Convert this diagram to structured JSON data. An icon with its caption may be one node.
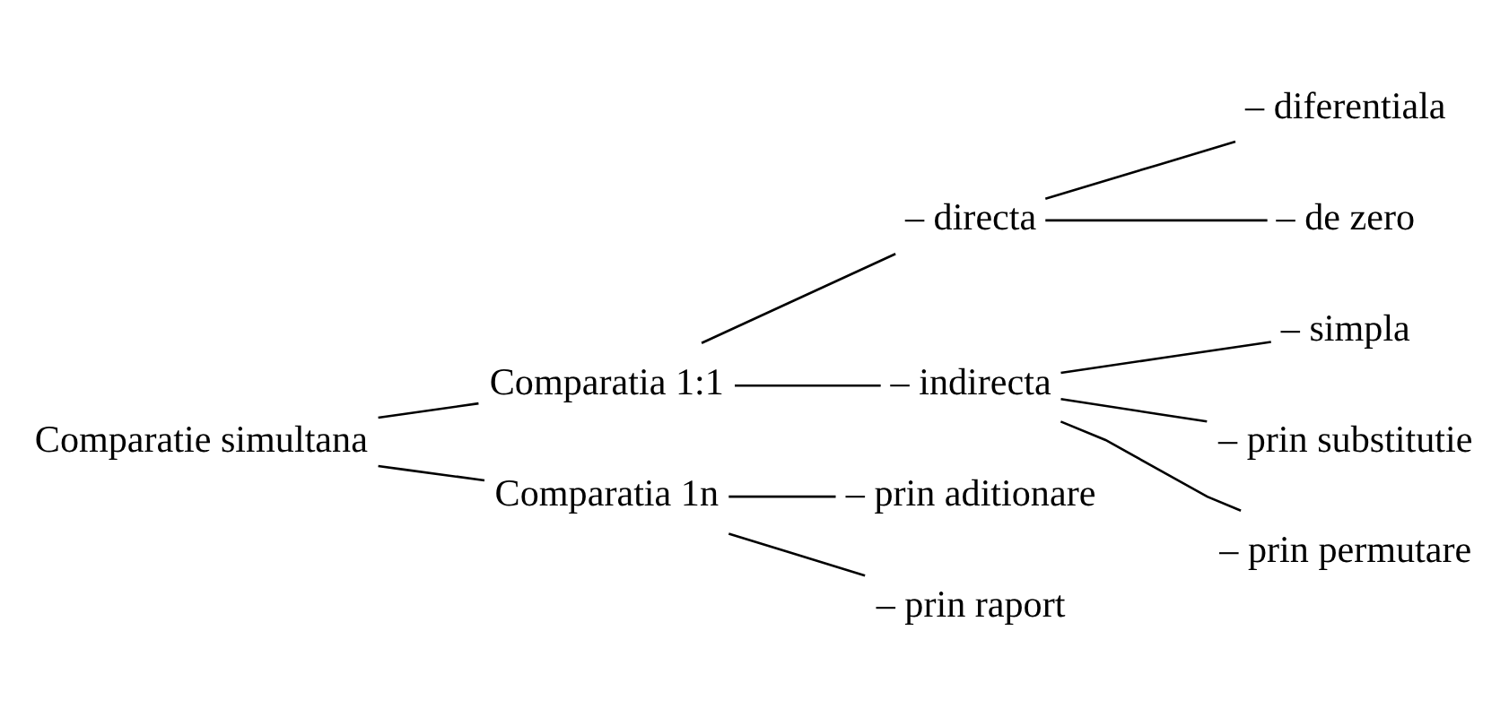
{
  "diagram": {
    "nodes": [
      {
        "text": [
          "Comparatie simultana"
        ]
      },
      {
        "text": [
          "Comparatia 1:1"
        ]
      },
      {
        "text": [
          "Comparatia 1n"
        ]
      },
      {
        "text": [
          "– directa"
        ]
      },
      {
        "text": [
          "– indirecta"
        ]
      },
      {
        "text": [
          "– diferentiala"
        ]
      },
      {
        "text": [
          "– de zero"
        ]
      },
      {
        "text": [
          "– simpla"
        ]
      },
      {
        "text": [
          "– prin substitutie"
        ]
      },
      {
        "text": [
          "– prin permutare"
        ]
      },
      {
        "text": [
          "– prin aditionare"
        ]
      },
      {
        "text": [
          "– prin raport"
        ]
      }
    ],
    "edges": [
      {
        "from": 0,
        "to": 1,
        "arrow": "none"
      },
      {
        "from": 0,
        "to": 2,
        "arrow": "none"
      },
      {
        "from": 1,
        "to": 3,
        "arrow": "none"
      },
      {
        "from": 1,
        "to": 4,
        "arrow": "none"
      },
      {
        "from": 3,
        "to": 5,
        "arrow": "none"
      },
      {
        "from": 3,
        "to": 6,
        "arrow": "none"
      },
      {
        "from": 4,
        "to": 7,
        "arrow": "none"
      },
      {
        "from": 4,
        "to": 8,
        "arrow": "none"
      },
      {
        "from": 4,
        "to": 9,
        "arrow": "none"
      },
      {
        "from": 2,
        "to": 10,
        "arrow": "none"
      },
      {
        "from": 2,
        "to": 11,
        "arrow": "none"
      }
    ]
  }
}
